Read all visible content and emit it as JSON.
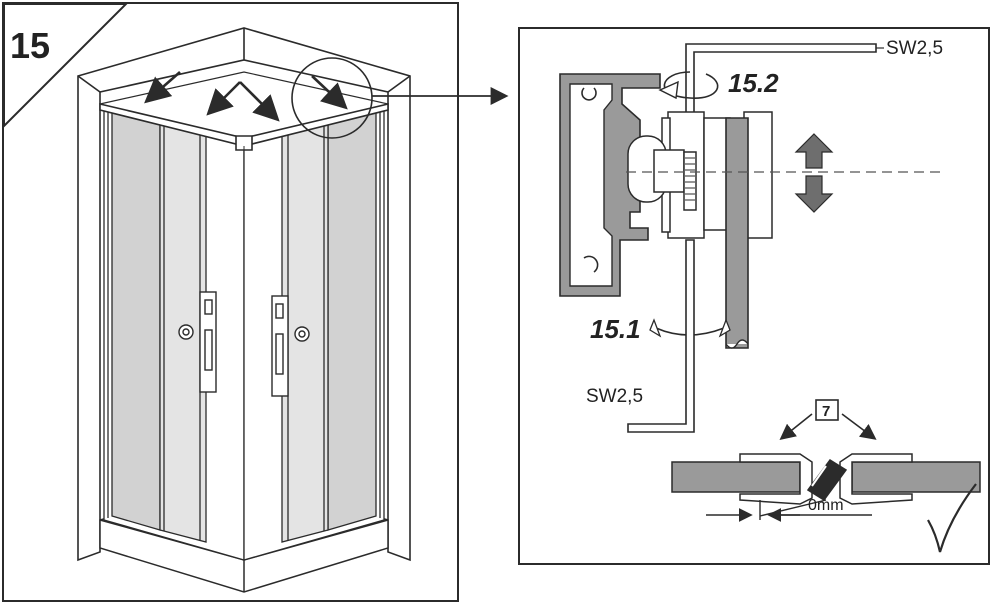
{
  "figure": {
    "step_number": "15",
    "substep_rotate": "15.2",
    "substep_swing": "15.1",
    "tool_top": "SW2,5",
    "tool_bottom": "SW2,5",
    "part_number": "7",
    "gap_label": "0mm",
    "check_mark": "✓"
  },
  "colors": {
    "line": "#2b2b2b",
    "glass_gray": "#9a9a9a",
    "pale_glass": "#d6d6d6",
    "arrow_gray": "#6e6e6e"
  }
}
